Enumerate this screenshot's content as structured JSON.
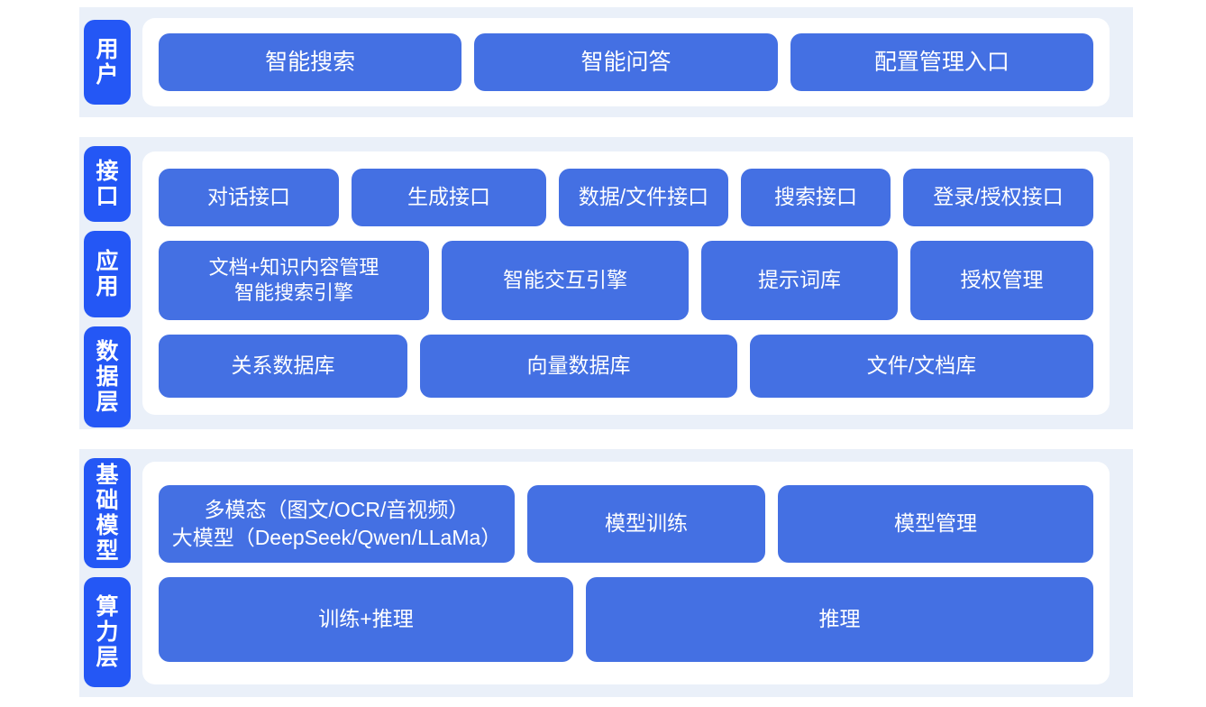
{
  "colors": {
    "page_background": "#ffffff",
    "band_background": "#eaf0f9",
    "card_background": "#ffffff",
    "rail_tab": "#2457f5",
    "node": "#4470e3",
    "node_text": "#ffffff"
  },
  "bands": [
    {
      "id": "user",
      "rails": [
        {
          "label": "用户"
        }
      ],
      "rows": [
        {
          "id": "user-entries",
          "nodes": [
            {
              "label": "智能搜索"
            },
            {
              "label": "智能问答"
            },
            {
              "label": "配置管理入口"
            }
          ]
        }
      ]
    },
    {
      "id": "mid",
      "rails": [
        {
          "label": "接口"
        },
        {
          "label": "应用"
        },
        {
          "label": "数据层"
        }
      ],
      "rows": [
        {
          "id": "interface",
          "nodes": [
            {
              "label": "对话接口"
            },
            {
              "label": "生成接口"
            },
            {
              "label": "数据/文件接口"
            },
            {
              "label": "搜索接口"
            },
            {
              "label": "登录/授权接口"
            }
          ]
        },
        {
          "id": "application",
          "nodes": [
            {
              "label": "文档+知识内容管理\n智能搜索引擎"
            },
            {
              "label": "智能交互引擎"
            },
            {
              "label": "提示词库"
            },
            {
              "label": "授权管理"
            }
          ]
        },
        {
          "id": "data",
          "nodes": [
            {
              "label": "关系数据库"
            },
            {
              "label": "向量数据库"
            },
            {
              "label": "文件/文档库"
            }
          ]
        }
      ]
    },
    {
      "id": "base",
      "rails": [
        {
          "label": "基础模型"
        },
        {
          "label": "算力层"
        }
      ],
      "rows": [
        {
          "id": "model",
          "nodes": [
            {
              "label": "多模态（图文/OCR/音视频）\n大模型（DeepSeek/Qwen/LLaMa）"
            },
            {
              "label": "模型训练"
            },
            {
              "label": "模型管理"
            }
          ]
        },
        {
          "id": "compute",
          "nodes": [
            {
              "label": "训练+推理"
            },
            {
              "label": "推理"
            }
          ]
        }
      ]
    }
  ]
}
